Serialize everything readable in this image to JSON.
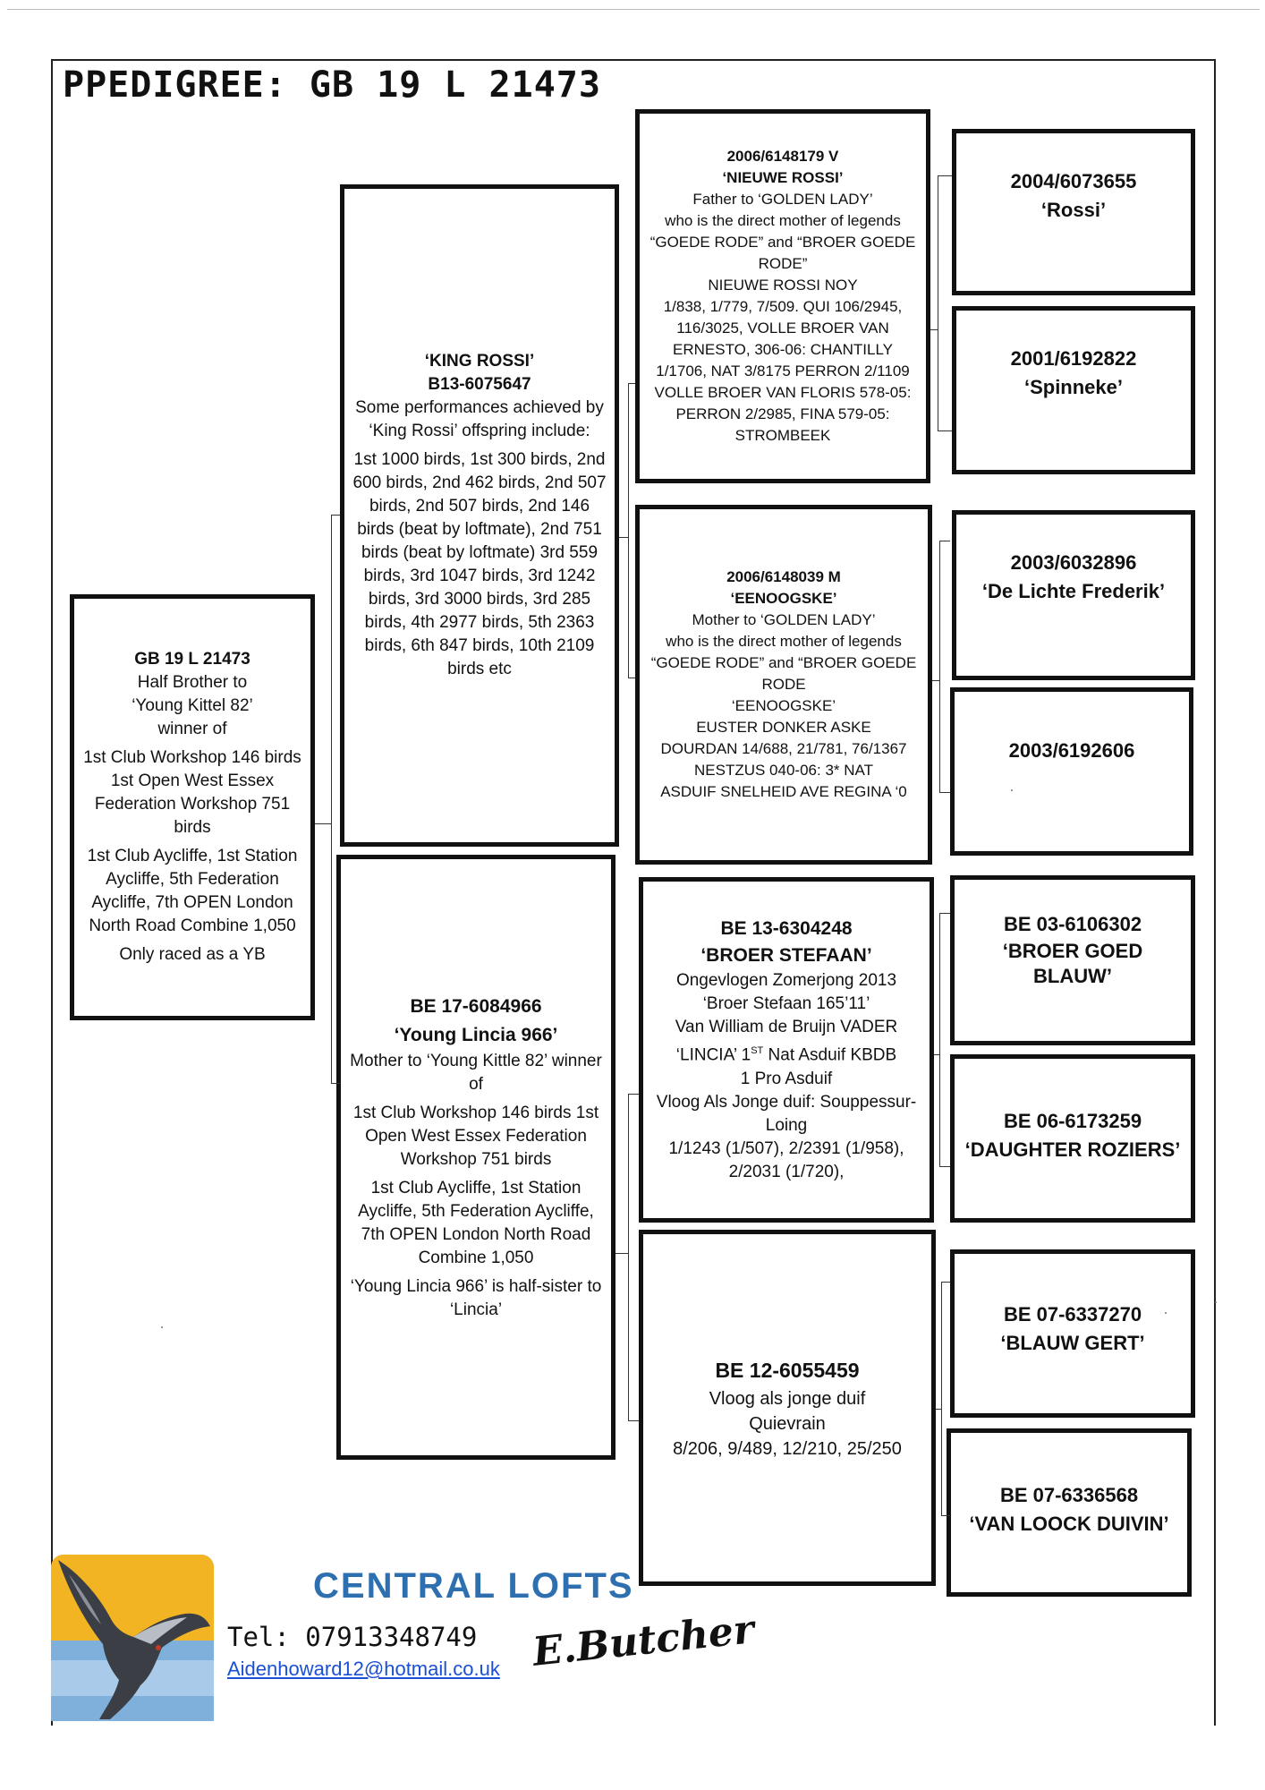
{
  "title": "PPEDIGREE:  GB 19 L 21473",
  "subject": {
    "lines": [
      "GB 19 L 21473",
      "Half Brother to",
      "‘Young Kittel 82’",
      "winner of"
    ],
    "para1": "1st Club Workshop 146 birds 1st Open West Essex Federation Workshop 751 birds",
    "para2": "1st Club Aycliffe, 1st Station Aycliffe, 5th Federation Aycliffe, 7th OPEN London North Road Combine 1,050",
    "para3": "Only raced as a YB"
  },
  "sire": {
    "name": "‘KING ROSSI’",
    "ring": "B13-6075647",
    "intro": "Some performances achieved by ‘King Rossi’ offspring include:",
    "results": "1st 1000 birds, 1st 300 birds, 2nd 600 birds, 2nd 462 birds, 2nd 507 birds, 2nd 507 birds, 2nd 146 birds (beat by loftmate), 2nd 751 birds (beat by loftmate) 3rd 559 birds, 3rd 1047 birds, 3rd 1242 birds, 3rd 3000 birds, 3rd 285 birds, 4th 2977 birds, 5th 2363 birds, 6th 847 birds, 10th 2109 birds etc"
  },
  "dam": {
    "ring": "BE 17-6084966",
    "name": "‘Young Lincia 966’",
    "note": "Mother to ‘Young Kittle 82’ winner of",
    "para1": "1st Club Workshop 146 birds 1st Open West Essex Federation Workshop 751 birds",
    "para2": "1st Club Aycliffe, 1st Station Aycliffe, 5th Federation Aycliffe, 7th OPEN London North Road Combine 1,050",
    "para3": "‘Young Lincia 966’ is half-sister to ‘Lincia’"
  },
  "gp1": {
    "ring": "2006/6148179 V",
    "name": "‘NIEUWE ROSSI’",
    "line1": "Father to ‘GOLDEN LADY’",
    "line2": "who is the direct mother of legends “GOEDE RODE” and “BROER GOEDE RODE”",
    "line3": "NIEUWE ROSSI NOY",
    "line4": "1/838, 1/779, 7/509. QUI 106/2945, 116/3025, VOLLE BROER VAN ERNESTO, 306-06: CHANTILLY 1/1706, NAT 3/8175 PERRON 2/1109 VOLLE BROER VAN FLORIS 578-05: PERRON 2/2985, FINA 579-05: STROMBEEK"
  },
  "gp2": {
    "ring": "2006/6148039 M",
    "name": "‘EENOOGSKE’",
    "line1": "Mother to ‘GOLDEN LADY’",
    "line2": "who is the direct mother of legends “GOEDE RODE” and “BROER GOEDE RODE",
    "line3": "‘EENOOGSKE’",
    "line4": "EUSTER DONKER ASKE",
    "line5": "DOURDAN 14/688, 21/781, 76/1367",
    "line6": "NESTZUS 040-06: 3* NAT",
    "line7": "ASDUIF SNELHEID AVE REGINA ‘0"
  },
  "gp3": {
    "ring": "BE 13-6304248",
    "name": "‘BROER STEFAAN’",
    "line1": "Ongevlogen Zomerjong 2013",
    "line2": "‘Broer Stefaan 165’11’",
    "line3": "Van William de Bruijn VADER",
    "line4a": "‘LINCIA’ 1",
    "line4sup": "ST",
    "line4b": " Nat Asduif KBDB",
    "line5": "1 Pro Asduif",
    "line6": "Vloog Als Jonge duif: Souppessur-Loing",
    "line7": "1/1243 (1/507), 2/2391 (1/958), 2/2031 (1/720),"
  },
  "gp4": {
    "ring": "BE 12-6055459",
    "line1": "Vloog als jonge duif",
    "line2": "Quievrain",
    "line3": "8/206, 9/489, 12/210, 25/250"
  },
  "ggp": [
    {
      "ring": "2004/6073655",
      "name": "‘Rossi’"
    },
    {
      "ring": "2001/6192822",
      "name": "‘Spinneke’"
    },
    {
      "ring": "2003/6032896",
      "name": "‘De Lichte Frederik’"
    },
    {
      "ring": "2003/6192606",
      "name": ""
    },
    {
      "ring": "BE 03-6106302",
      "name": "‘BROER GOED BLAUW’"
    },
    {
      "ring": "BE 06-6173259",
      "name": "‘DAUGHTER ROZIERS’"
    },
    {
      "ring": "BE 07-6337270",
      "name": "‘BLAUW GERT’"
    },
    {
      "ring": "BE 07-6336568",
      "name": "‘VAN LOOCK DUIVIN’"
    }
  ],
  "footer": {
    "brand": "CENTRAL LOFTS",
    "tel": "Tel: 07913348749",
    "email": "Aidenhoward12@hotmail.co.uk",
    "signature": "E.Butcher"
  },
  "colors": {
    "brand": "#2e6fb0",
    "link": "#1a4fd6",
    "logo_sky": "#f2b422",
    "logo_water": "#7fb0dc"
  }
}
